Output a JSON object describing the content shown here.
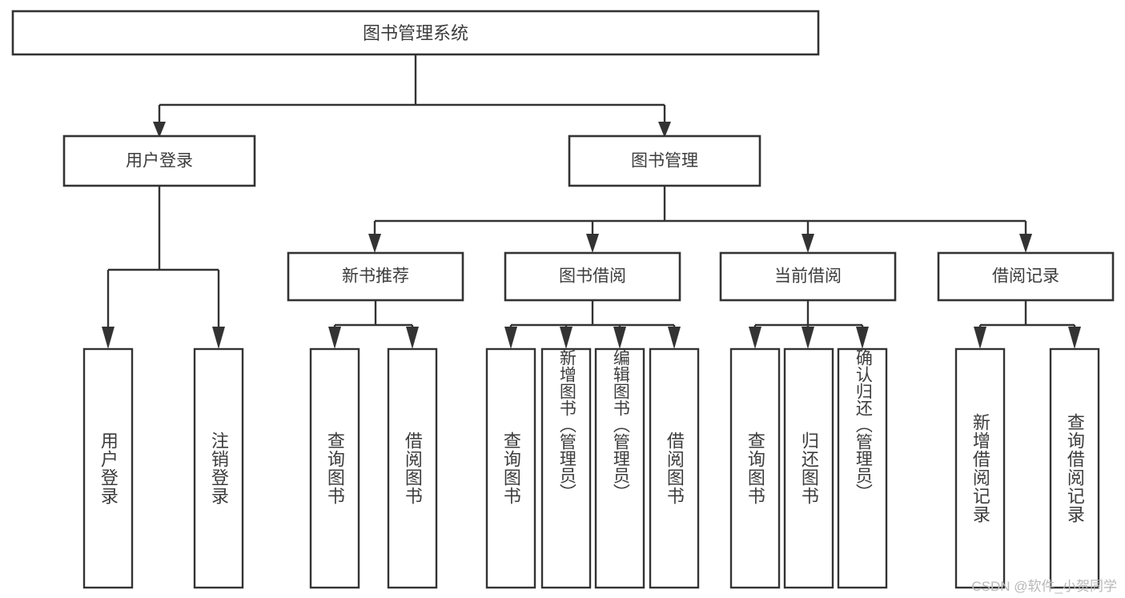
{
  "diagram": {
    "kind": "tree-hierarchy-diagram",
    "root": {
      "label": "图书管理系统"
    },
    "level2": [
      {
        "label": "用户登录"
      },
      {
        "label": "图书管理"
      }
    ],
    "level3": [
      {
        "label": "新书推荐"
      },
      {
        "label": "图书借阅"
      },
      {
        "label": "当前借阅"
      },
      {
        "label": "借阅记录"
      }
    ],
    "leaves": {
      "user_login": [
        {
          "label": "用户登录"
        },
        {
          "label": "注销登录"
        }
      ],
      "new_book_recommend": [
        {
          "label": "查询图书"
        },
        {
          "label": "借阅图书"
        }
      ],
      "book_borrow": [
        {
          "label": "查询图书"
        },
        {
          "label": "新增图书（管理员）"
        },
        {
          "label": "编辑图书（管理员）"
        },
        {
          "label": "借阅图书"
        }
      ],
      "current_borrow": [
        {
          "label": "查询图书"
        },
        {
          "label": "归还图书"
        },
        {
          "label": "确认归还（管理员）"
        }
      ],
      "borrow_record": [
        {
          "label": "新增借阅记录"
        },
        {
          "label": "查询借阅记录"
        }
      ]
    },
    "watermark": "CSDN @软件_小贺同学",
    "colors": {
      "stroke": "#333333",
      "text": "#3c3c3c",
      "background": "#ffffff",
      "watermark": "#b8b8b8"
    }
  }
}
